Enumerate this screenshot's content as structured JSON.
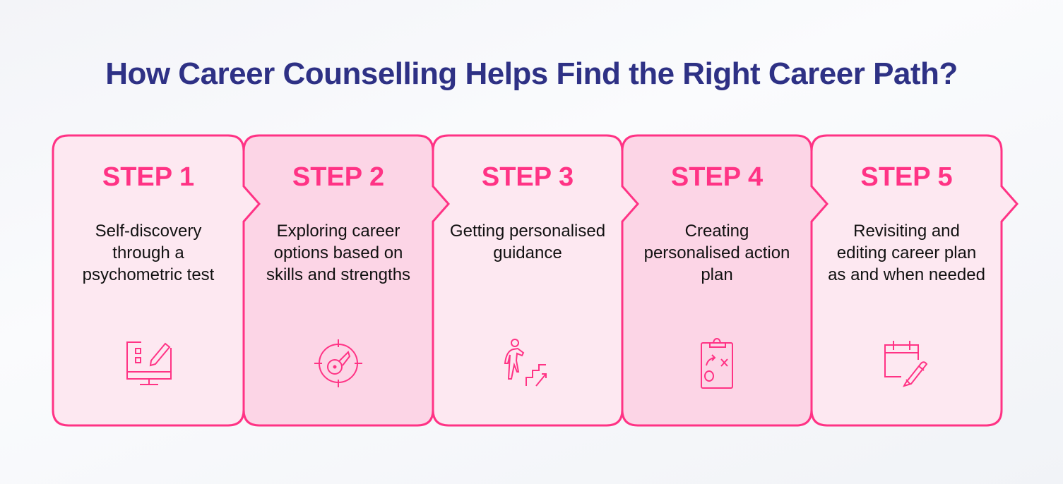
{
  "title": "How Career Counselling Helps Find the Right Career Path?",
  "colors": {
    "title": "#2e3185",
    "accent": "#ff3385",
    "card_light": "#fde8f1",
    "card_dark": "#fcd5e6"
  },
  "steps": [
    {
      "label": "STEP 1",
      "text": "Self-discovery through a psychometric test",
      "icon": "computer-test-icon"
    },
    {
      "label": "STEP 2",
      "text": "Exploring career options based on skills and strengths",
      "icon": "target-key-icon"
    },
    {
      "label": "STEP 3",
      "text": "Getting personalised guidance",
      "icon": "climbing-stairs-icon"
    },
    {
      "label": "STEP 4",
      "text": "Creating personalised action plan",
      "icon": "clipboard-plan-icon"
    },
    {
      "label": "STEP 5",
      "text": "Revisiting and editing career plan as and when needed",
      "icon": "calendar-edit-icon"
    }
  ]
}
